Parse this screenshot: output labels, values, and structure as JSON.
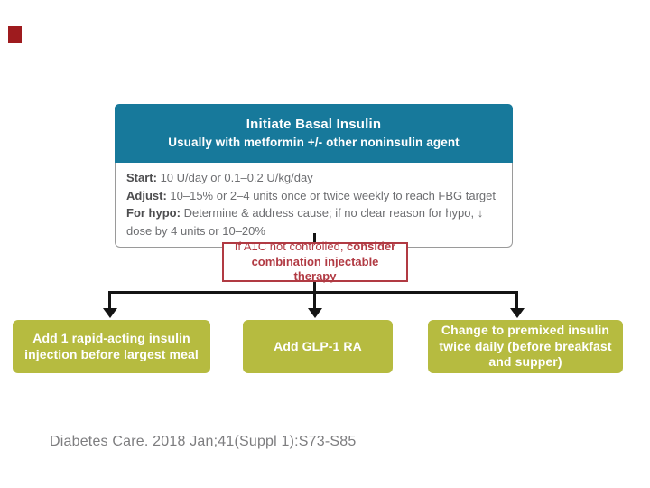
{
  "decoration": {
    "accent_color": "#9e1b1e"
  },
  "flowchart": {
    "header": {
      "title": "Initiate Basal Insulin",
      "subtitle": "Usually with metformin +/- other noninsulin agent",
      "bg_color": "#17799b",
      "text_color": "#ffffff"
    },
    "instructions": {
      "rows": [
        {
          "label": "Start:",
          "text": "10 U/day or 0.1–0.2 U/kg/day"
        },
        {
          "label": "Adjust:",
          "text": "10–15% or 2–4 units once or twice weekly to reach FBG target"
        },
        {
          "label": "For hypo:",
          "text": "Determine & address cause; if no clear reason for hypo, ↓ dose by 4 units or 10–20%"
        }
      ]
    },
    "decision": {
      "prefix": "If A1C not controlled, ",
      "emphasis": "consider combination injectable therapy",
      "color": "#b13a43"
    },
    "options": [
      {
        "label": "Add 1 rapid-acting insulin injection before largest meal"
      },
      {
        "label": "Add GLP-1 RA"
      },
      {
        "label": "Change to premixed insulin twice daily (before breakfast and supper)"
      }
    ],
    "option_bg": "#b6bb40",
    "connector_color": "#141414"
  },
  "citation": {
    "text": "Diabetes Care. 2018 Jan;41(Suppl 1):S73-S85"
  }
}
